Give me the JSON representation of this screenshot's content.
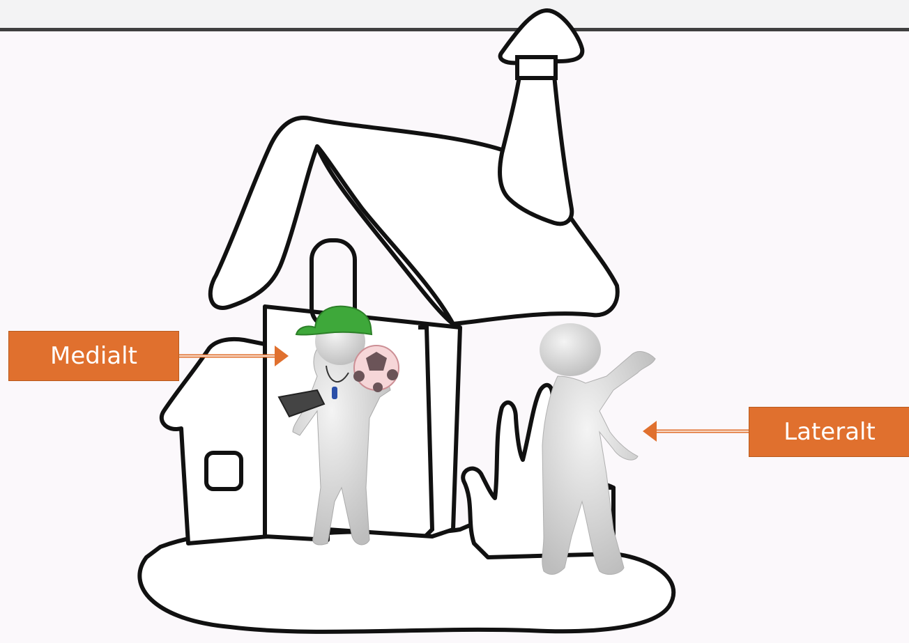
{
  "labels": {
    "medial": "Medialt",
    "lateral": "Lateralt"
  },
  "colors": {
    "label_fill": "#e0702e",
    "arrow": "#e0702e",
    "house_outline": "#111111",
    "cap": "#3ea83a",
    "background": "#fbf8fb"
  },
  "icons": {
    "house": "house-drawing",
    "coach": "coach-figure",
    "person": "person-figure"
  }
}
